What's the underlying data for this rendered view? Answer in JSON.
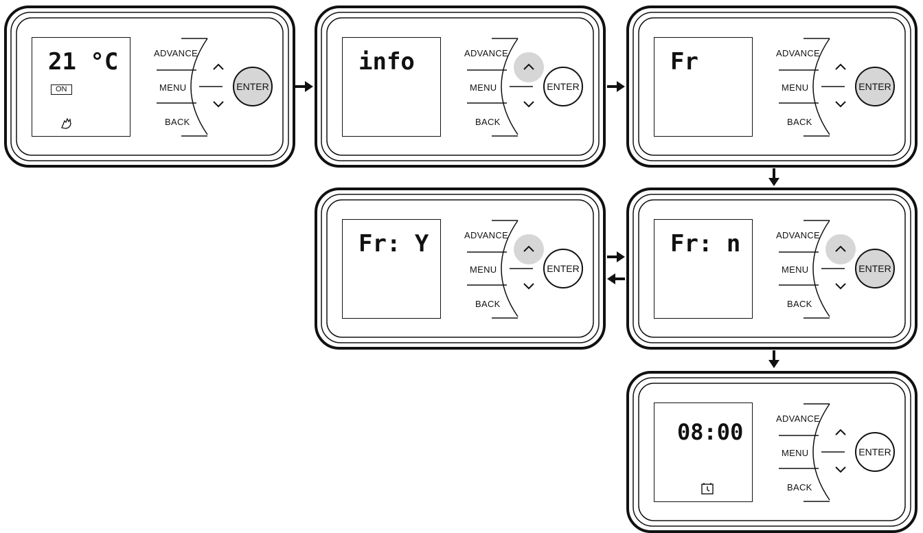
{
  "panels": [
    {
      "id": "p1",
      "display": "21 °C",
      "on_badge": "ON",
      "show_hand": true,
      "show_clock": false,
      "enter_pressed": true,
      "up_pressed": false
    },
    {
      "id": "p2",
      "display": "info",
      "on_badge": "",
      "show_hand": false,
      "show_clock": false,
      "enter_pressed": false,
      "up_pressed": true
    },
    {
      "id": "p3",
      "display": "Fr",
      "on_badge": "",
      "show_hand": false,
      "show_clock": false,
      "enter_pressed": true,
      "up_pressed": false
    },
    {
      "id": "p4",
      "display": "Fr: Y",
      "on_badge": "",
      "show_hand": false,
      "show_clock": false,
      "enter_pressed": false,
      "up_pressed": true
    },
    {
      "id": "p5",
      "display": "Fr: n",
      "on_badge": "",
      "show_hand": false,
      "show_clock": false,
      "enter_pressed": true,
      "up_pressed": true
    },
    {
      "id": "p6",
      "display": "08:00",
      "on_badge": "",
      "show_hand": false,
      "show_clock": true,
      "enter_pressed": false,
      "up_pressed": false
    }
  ],
  "labels": {
    "advance": "ADVANCE",
    "menu": "MENU",
    "back": "BACK",
    "enter": "ENTER"
  },
  "colors": {
    "pressed": "#d6d6d6",
    "stroke": "#111111"
  }
}
